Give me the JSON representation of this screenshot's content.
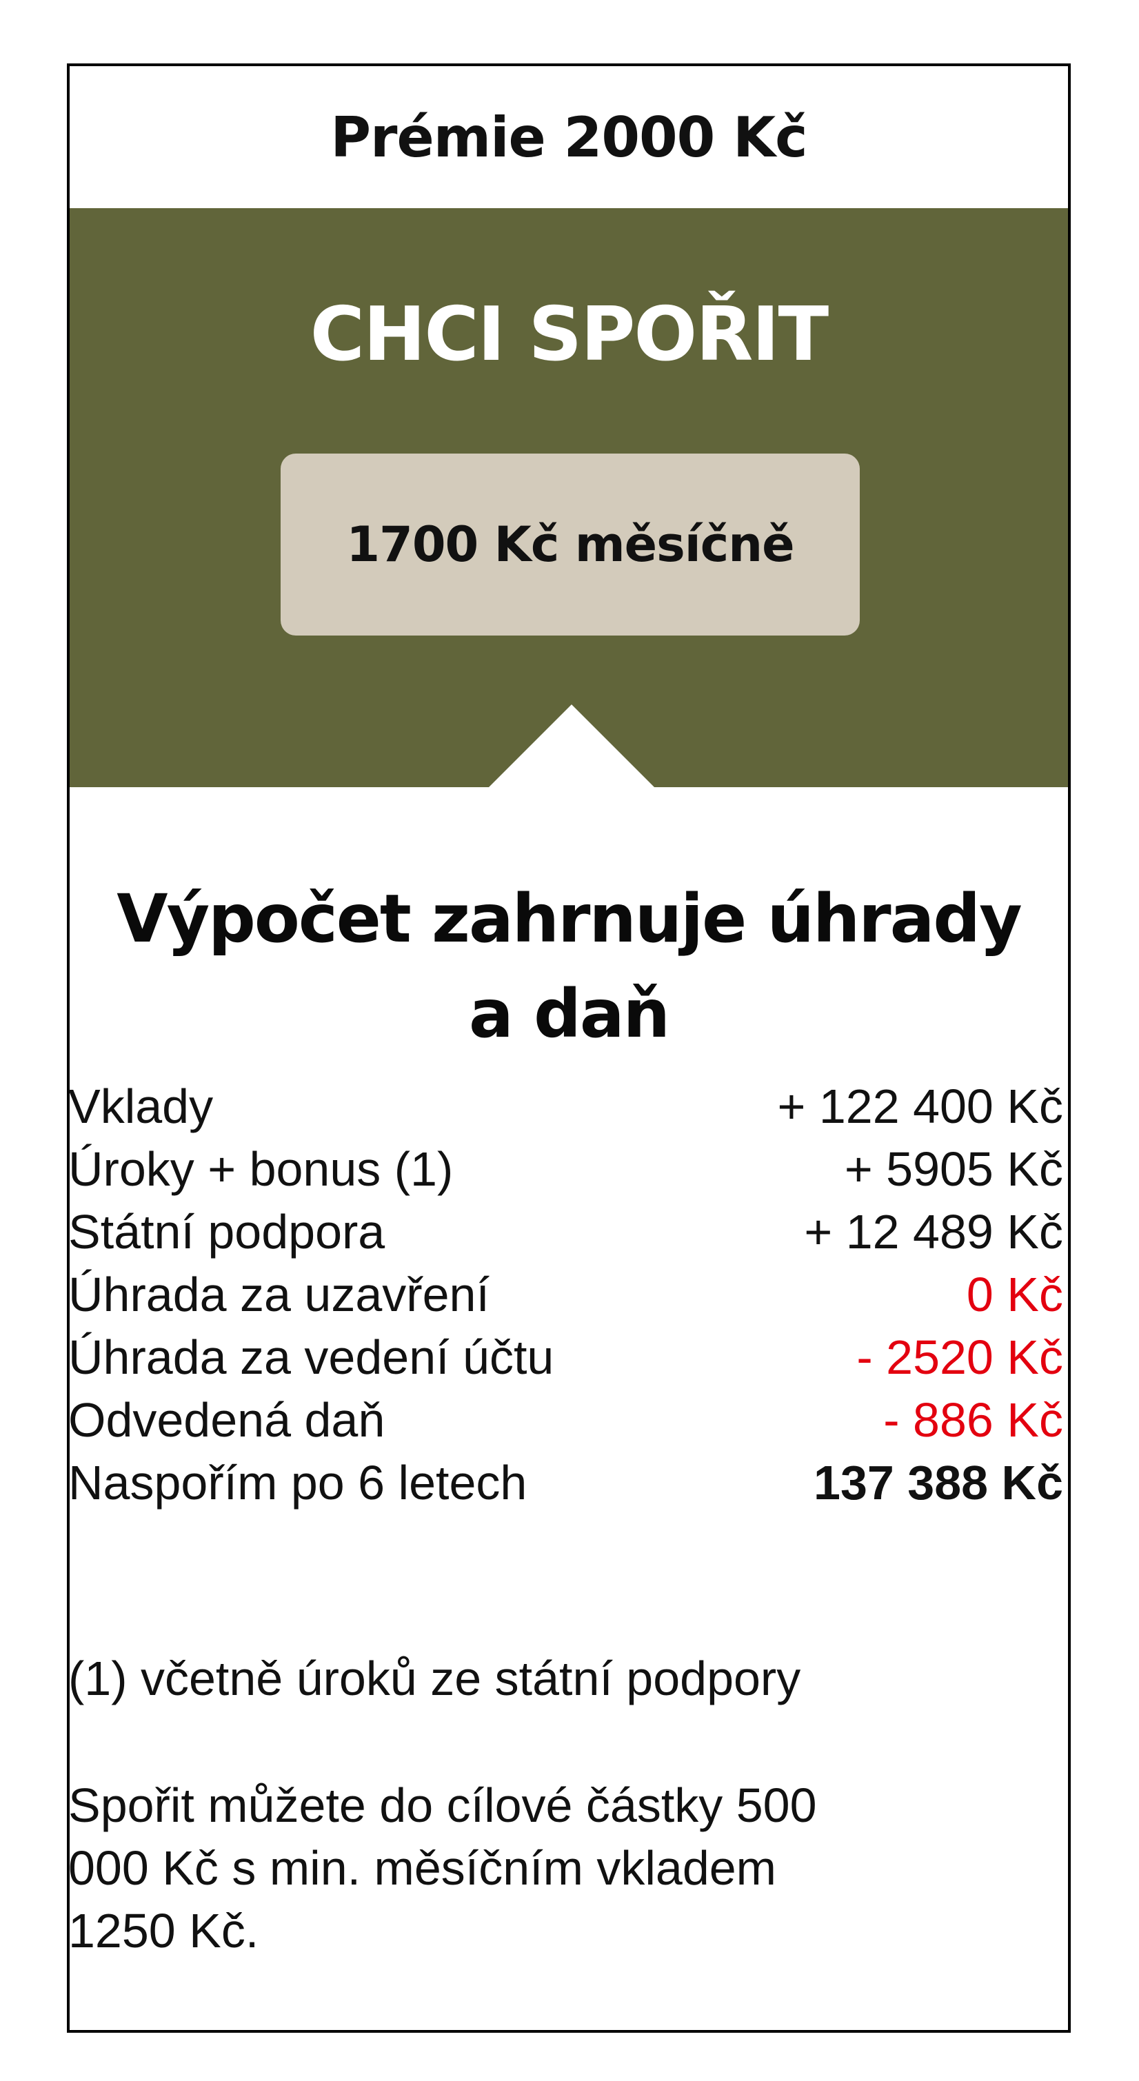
{
  "premium": {
    "label": "Prémie 2000 Kč"
  },
  "hero": {
    "title": "CHCI SPOŘIT",
    "amount_button": "1700 Kč měsíčně",
    "background_color": "#61653a",
    "button_color": "#d3cbbb"
  },
  "calculation": {
    "title": "Výpočet zahrnuje úhrady a daň",
    "rows": [
      {
        "label": "Vklady",
        "value": "+ 122 400 Kč",
        "negative": false
      },
      {
        "label": "Úroky + bonus (1)",
        "value": "+ 5905 Kč",
        "negative": false
      },
      {
        "label": "Státní podpora",
        "value": "+ 12 489 Kč",
        "negative": false
      },
      {
        "label": "Úhrada za uzavření",
        "value": "0 Kč",
        "negative": true
      },
      {
        "label": "Úhrada za vedení účtu",
        "value": "- 2520 Kč",
        "negative": true
      },
      {
        "label": "Odvedená daň",
        "value": "- 886 Kč",
        "negative": true
      },
      {
        "label": "Naspořím po 6 letech",
        "value": "137 388 Kč",
        "negative": false
      }
    ],
    "negative_color": "#e3000f"
  },
  "footnote": "(1) včetně úroků ze státní podpory",
  "info": "Spořit můžete do cílové částky 500 000 Kč s min. měsíčním vkladem 1250 Kč."
}
